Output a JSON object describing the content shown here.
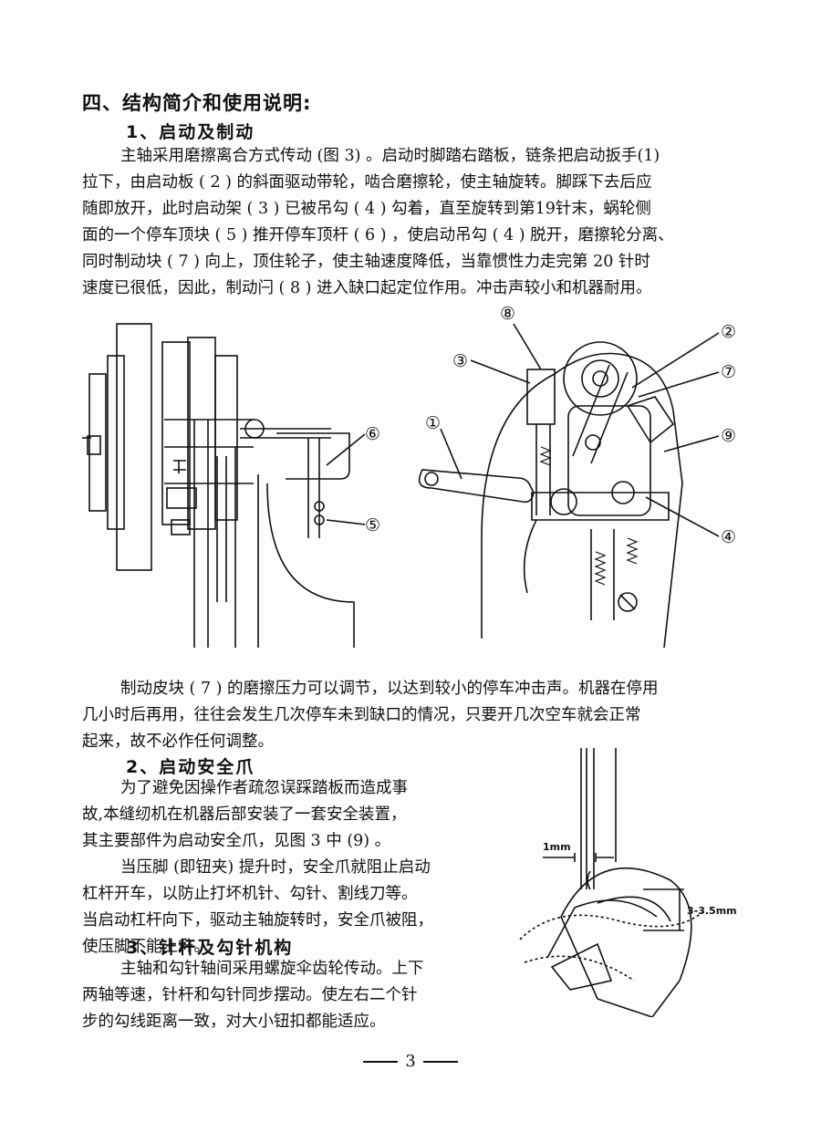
{
  "section": {
    "title": "四、结构简介和使用说明:"
  },
  "s1": {
    "heading": "1、启动及制动",
    "lines": [
      "主轴采用磨擦离合方式传动 (图 3) 。启动时脚踏右踏板，链条把启动扳手(1)",
      "拉下，由启动板 ( 2 ) 的斜面驱动带轮，啮合磨擦轮，使主轴旋转。脚踩下去后应",
      "随即放开，此时启动架 ( 3 ) 已被吊勾 ( 4 ) 勾着，直至旋转到第19针末，蜗轮侧",
      "面的一个停车顶块 ( 5 ) 推开停车顶杆 ( 6 ) ，使启动吊勾 ( 4 ) 脱开，磨擦轮分离、",
      "同时制动块 ( 7 ) 向上，顶住轮子，使主轴速度降低，当靠惯性力走完第 20 针时",
      "速度已很低，因此，制动闩 ( 8 ) 进入缺口起定位作用。冲击声较小和机器耐用。"
    ]
  },
  "figure1": {
    "labels": {
      "c1": "①",
      "c2": "②",
      "c3": "③",
      "c4": "④",
      "c5": "⑤",
      "c6": "⑥",
      "c7": "⑦",
      "c8": "⑧",
      "c9": "⑨"
    }
  },
  "s1b": {
    "lines": [
      "制动皮块 ( 7 ) 的磨擦压力可以调节，以达到较小的停车冲击声。机器在停用",
      "几小时后再用，往往会发生几次停车未到缺口的情况，只要开几次空车就会正常",
      "起来，故不必作任何调整。"
    ]
  },
  "s2": {
    "heading": "2、启动安全爪",
    "lines": [
      "为了避免因操作者疏忽误踩踏板而造成事",
      "故,本缝纫机在机器后部安装了一套安全装置，",
      "其主要部件为启动安全爪，见图 3 中 (9) 。",
      "当压脚 (即钮夹) 提升时，安全爪就阻止启动",
      "杠杆开车，以防止打坏机针、勾针、割线刀等。",
      "当启动杠杆向下，驱动主轴旋转时，安全爪被阻，",
      "使压脚不能上升。"
    ]
  },
  "s3": {
    "heading": "3、针杆及勾针机构",
    "lines": [
      "主轴和勾针轴间采用螺旋伞齿轮传动。上下",
      "两轴等速，针杆和勾针同步摆动。使左右二个针",
      "步的勾线距离一致，对大小钮扣都能适应。"
    ]
  },
  "figure2": {
    "label_gap": "1mm",
    "label_height": "3-3.5mm"
  },
  "footer": {
    "page_number": "3"
  }
}
